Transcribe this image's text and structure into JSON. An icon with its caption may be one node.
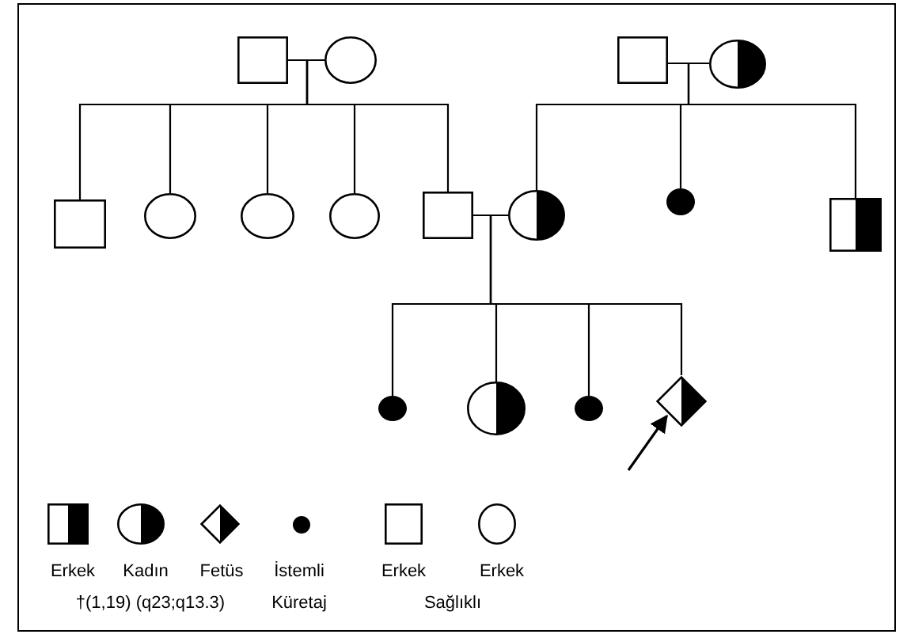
{
  "diagram": {
    "nodes": [
      {
        "text": [],
        "shape": "box"
      },
      {
        "text": [],
        "shape": "circle"
      },
      {
        "text": [],
        "shape": "box"
      },
      {
        "text": [],
        "shape": "circle"
      },
      {
        "text": [],
        "shape": "box"
      },
      {
        "text": [],
        "shape": "circle"
      },
      {
        "text": [],
        "shape": "circle"
      },
      {
        "text": [],
        "shape": "circle"
      },
      {
        "text": [],
        "shape": "box"
      },
      {
        "text": [],
        "shape": "circle"
      },
      {
        "text": [],
        "shape": "dot"
      },
      {
        "text": [],
        "shape": "box"
      },
      {
        "text": [],
        "shape": "dot"
      },
      {
        "text": [],
        "shape": "circle"
      },
      {
        "text": [],
        "shape": "dot"
      },
      {
        "text": [],
        "shape": "diamond"
      }
    ],
    "edges": [
      {
        "from": 0,
        "to": 1,
        "arrow": "none"
      },
      {
        "from": 2,
        "to": 3,
        "arrow": "none"
      },
      {
        "from": 8,
        "to": 9,
        "arrow": "none"
      },
      {
        "from": 0,
        "to": 4,
        "arrow": "none"
      },
      {
        "from": 0,
        "to": 5,
        "arrow": "none"
      },
      {
        "from": 0,
        "to": 6,
        "arrow": "none"
      },
      {
        "from": 0,
        "to": 7,
        "arrow": "none"
      },
      {
        "from": 0,
        "to": 8,
        "arrow": "none"
      },
      {
        "from": 2,
        "to": 9,
        "arrow": "none"
      },
      {
        "from": 2,
        "to": 10,
        "arrow": "none"
      },
      {
        "from": 2,
        "to": 11,
        "arrow": "none"
      },
      {
        "from": 8,
        "to": 12,
        "arrow": "none"
      },
      {
        "from": 8,
        "to": 13,
        "arrow": "none"
      },
      {
        "from": 8,
        "to": 14,
        "arrow": "none"
      },
      {
        "from": 8,
        "to": 15,
        "arrow": "none"
      },
      {
        "from": null,
        "to": 15,
        "arrow": "to"
      }
    ],
    "labels": [
      "†(1,19) (q23;q13.3)",
      "Sağlıklı"
    ],
    "legend": [
      {
        "text": "Erkek"
      },
      {
        "text": "Kadın"
      },
      {
        "text": "Fetüs"
      },
      {
        "text": "İstemli Küretaj"
      },
      {
        "text": "Erkek"
      },
      {
        "text": "Erkek"
      }
    ]
  }
}
